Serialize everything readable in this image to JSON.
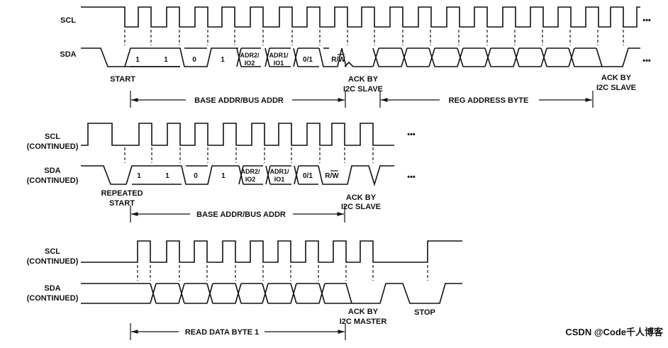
{
  "labels": {
    "scl": "SCL",
    "sda": "SDA",
    "scl_cont": [
      "SCL",
      "(CONTINUED)"
    ],
    "sda_cont": [
      "SDA",
      "(CONTINUED)"
    ],
    "start": "START",
    "repeated_start": [
      "REPEATED",
      "START"
    ],
    "stop": "STOP",
    "ack_by": "ACK BY",
    "i2c_slave": "I2C SLAVE",
    "i2c_master": "I2C MASTER",
    "base_addr": "BASE ADDR/BUS ADDR",
    "reg_addr": "REG ADDRESS BYTE",
    "read_data": "READ DATA BYTE 1",
    "bits": [
      "1",
      "1",
      "0",
      "1",
      "ADR2/",
      "IO2",
      "ADR1/",
      "IO1",
      "0/1",
      "R/W"
    ],
    "ellipsis": "•••"
  },
  "watermark": "CSDN @Code千人博客"
}
